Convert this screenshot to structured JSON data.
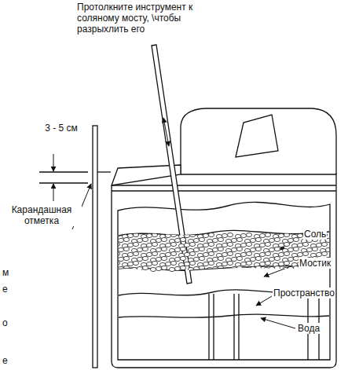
{
  "diagram": {
    "labels": [
      "Протолкните инструмент к соляному мосту, \\чтобы разрыхлить его",
      "3 - 5 см",
      "Карандашная отметка",
      "Соль",
      "Мостик",
      "Пространство",
      "Вода",
      "м",
      "е",
      "о",
      "е"
    ]
  }
}
